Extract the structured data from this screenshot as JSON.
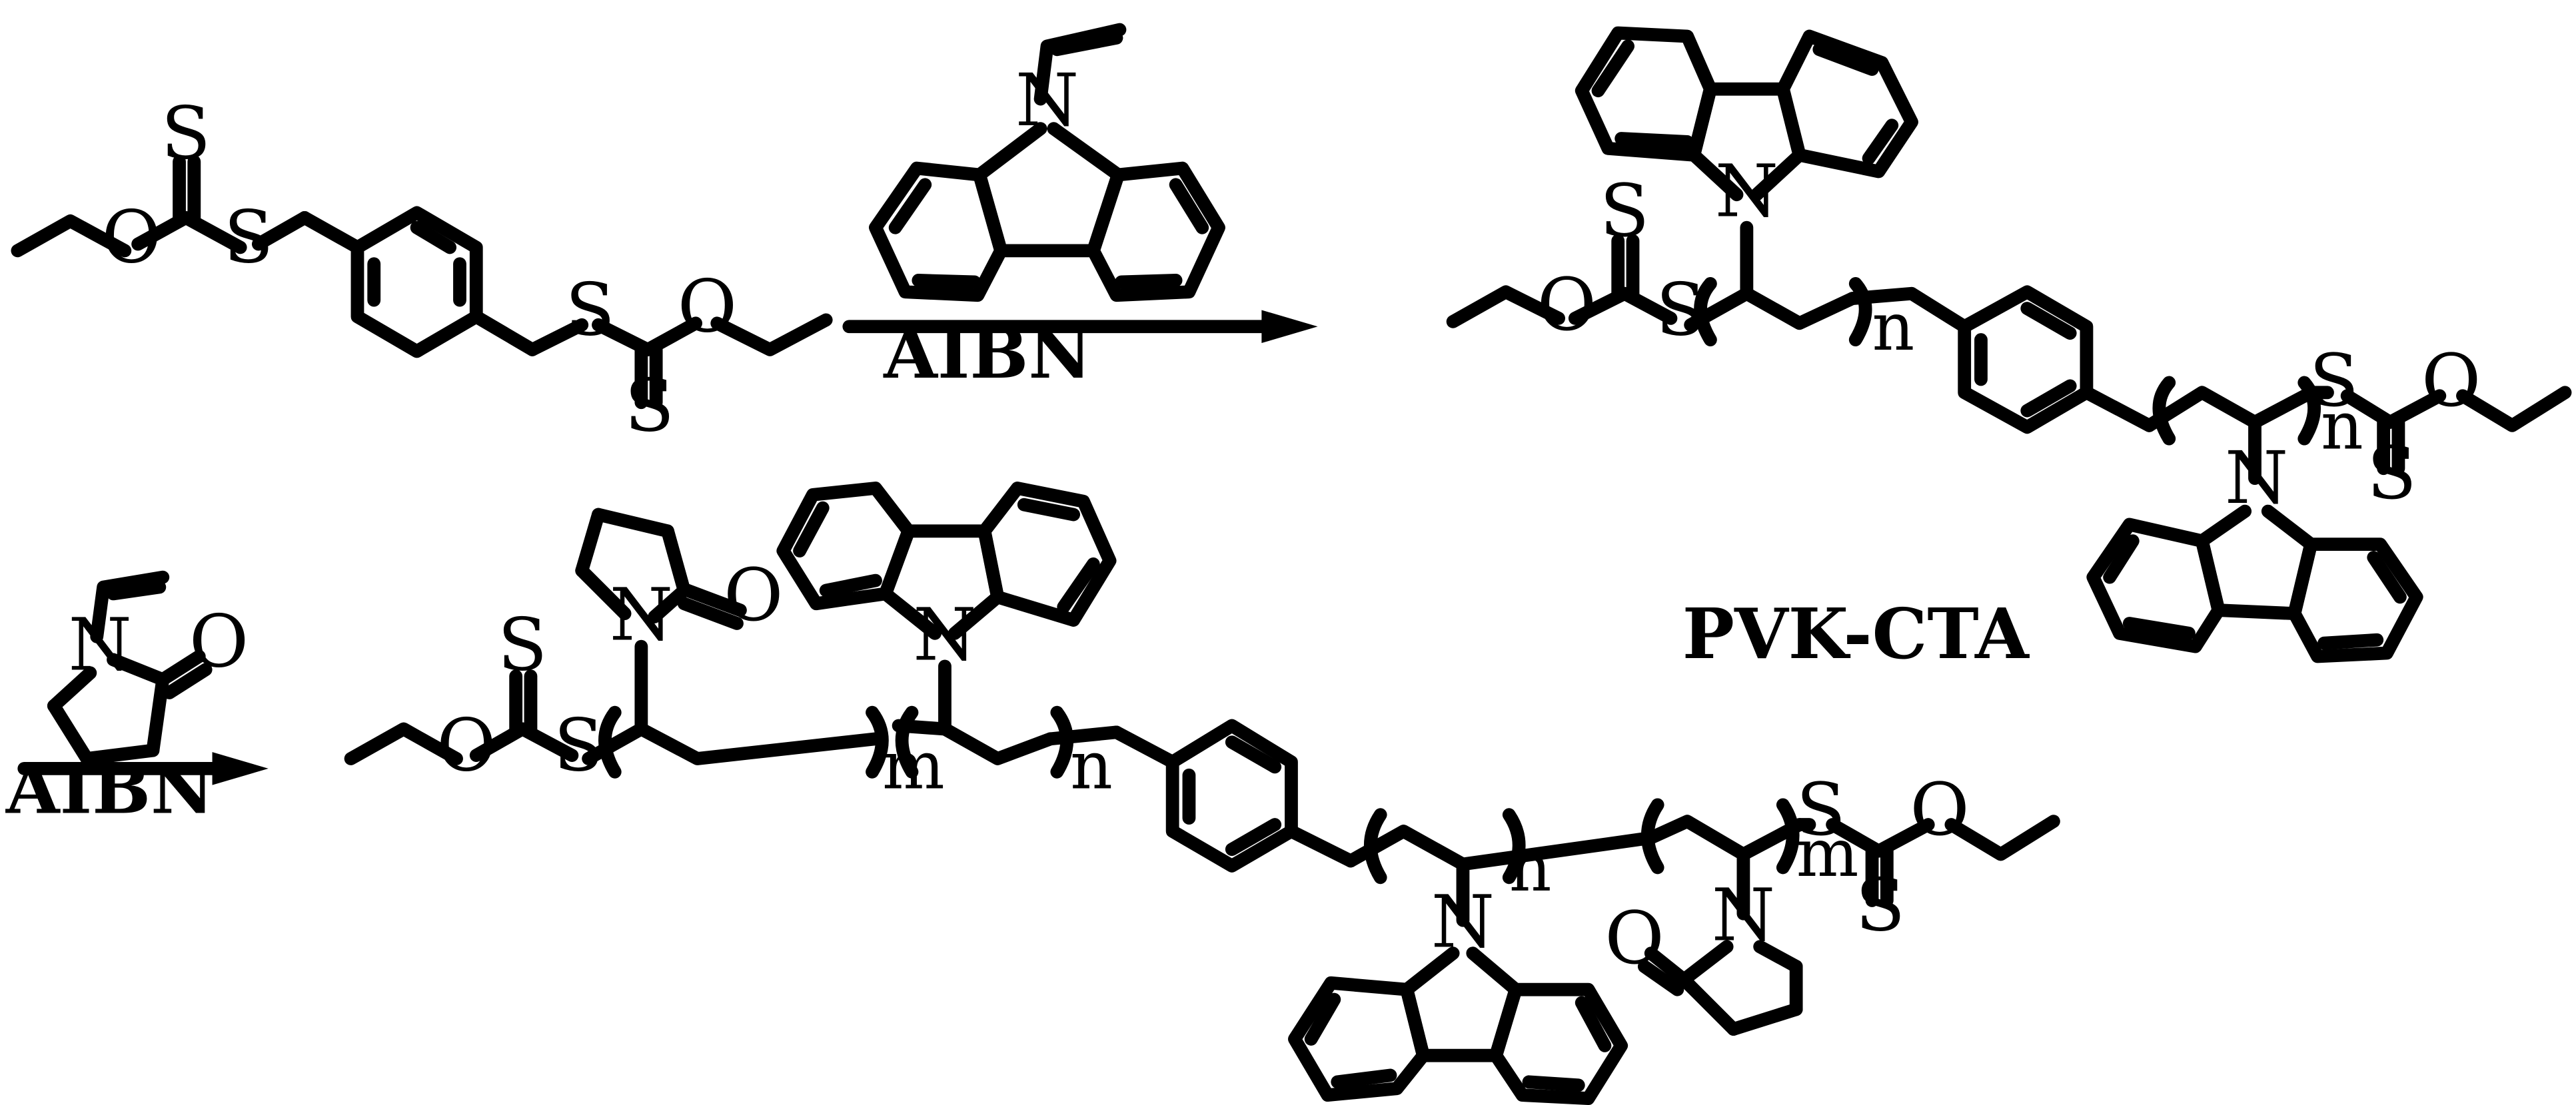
{
  "scheme": {
    "steps": [
      {
        "reagent": "AIBN"
      },
      {
        "reagent": "AIBN"
      }
    ],
    "product_label": "PVK-CTA",
    "atoms": {
      "sulfur": "S",
      "oxygen": "O",
      "nitrogen": "N"
    },
    "subscripts": {
      "carbazole_units": "n",
      "pyrrolidone_units": "m"
    }
  }
}
